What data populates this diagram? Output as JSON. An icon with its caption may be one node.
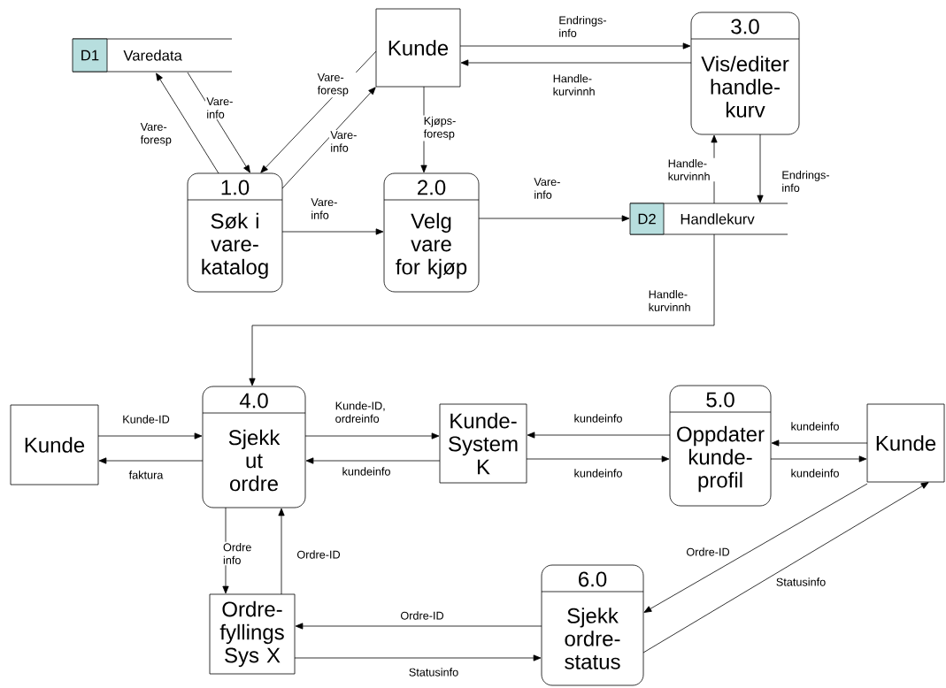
{
  "diagram": {
    "nodes": [
      {
        "text": [
          "D1",
          "Varedata"
        ]
      },
      {
        "text": [
          "Kunde"
        ]
      },
      {
        "text": [
          "3.0",
          "Vis/editer handle-kurv"
        ]
      },
      {
        "text": [
          "1.0",
          "Søk i vare-katalog"
        ]
      },
      {
        "text": [
          "2.0",
          "Velg vare for kjøp"
        ]
      },
      {
        "text": [
          "D2",
          "Handlekurv"
        ]
      },
      {
        "text": [
          "Kunde"
        ]
      },
      {
        "text": [
          "4.0",
          "Sjekk ut ordre"
        ]
      },
      {
        "text": [
          "Kunde-System K"
        ]
      },
      {
        "text": [
          "5.0",
          "Oppdater kunde-profil"
        ]
      },
      {
        "text": [
          "Kunde"
        ]
      },
      {
        "text": [
          "Ordre-fyllings Sys X"
        ]
      },
      {
        "text": [
          "6.0",
          "Sjekk ordre-status"
        ]
      }
    ],
    "edges": [
      {
        "from": 3,
        "to": 0,
        "arrow": "to",
        "label": "Vare-foresp"
      },
      {
        "from": 0,
        "to": 3,
        "arrow": "to",
        "label": "Vare-info"
      },
      {
        "from": 1,
        "to": 3,
        "arrow": "to",
        "label": "Vare-foresp"
      },
      {
        "from": 3,
        "to": 1,
        "arrow": "to",
        "label": "Vare-info"
      },
      {
        "from": 1,
        "to": 4,
        "arrow": "to",
        "label": "Kjøps-foresp"
      },
      {
        "from": 1,
        "to": 2,
        "arrow": "to",
        "label": "Endrings-info"
      },
      {
        "from": 2,
        "to": 1,
        "arrow": "to",
        "label": "Handle-kurvinnh"
      },
      {
        "from": 3,
        "to": 4,
        "arrow": "to",
        "label": "Vare-info"
      },
      {
        "from": 4,
        "to": 5,
        "arrow": "to",
        "label": "Vare-info"
      },
      {
        "from": 5,
        "to": 2,
        "arrow": "to",
        "label": "Handle-kurvinnh"
      },
      {
        "from": 2,
        "to": 5,
        "arrow": "to",
        "label": "Endrings-info"
      },
      {
        "from": 5,
        "to": 7,
        "arrow": "to",
        "label": "Handle-kurvinnh"
      },
      {
        "from": 6,
        "to": 7,
        "arrow": "to",
        "label": "Kunde-ID"
      },
      {
        "from": 7,
        "to": 6,
        "arrow": "to",
        "label": "faktura"
      },
      {
        "from": 7,
        "to": 8,
        "arrow": "to",
        "label": "Kunde-ID, ordreinfo"
      },
      {
        "from": 8,
        "to": 7,
        "arrow": "to",
        "label": "kundeinfo"
      },
      {
        "from": 9,
        "to": 8,
        "arrow": "to",
        "label": "kundeinfo"
      },
      {
        "from": 8,
        "to": 9,
        "arrow": "to",
        "label": "kundeinfo"
      },
      {
        "from": 10,
        "to": 9,
        "arrow": "to",
        "label": "kundeinfo"
      },
      {
        "from": 9,
        "to": 10,
        "arrow": "to",
        "label": "kundeinfo"
      },
      {
        "from": 7,
        "to": 11,
        "arrow": "to",
        "label": "Ordre info"
      },
      {
        "from": 11,
        "to": 7,
        "arrow": "to",
        "label": "Ordre-ID"
      },
      {
        "from": 12,
        "to": 11,
        "arrow": "to",
        "label": "Ordre-ID"
      },
      {
        "from": 11,
        "to": 12,
        "arrow": "to",
        "label": "Statusinfo"
      },
      {
        "from": 10,
        "to": 12,
        "arrow": "to",
        "label": "Ordre-ID"
      },
      {
        "from": 12,
        "to": 10,
        "arrow": "to",
        "label": "Statusinfo"
      }
    ]
  }
}
